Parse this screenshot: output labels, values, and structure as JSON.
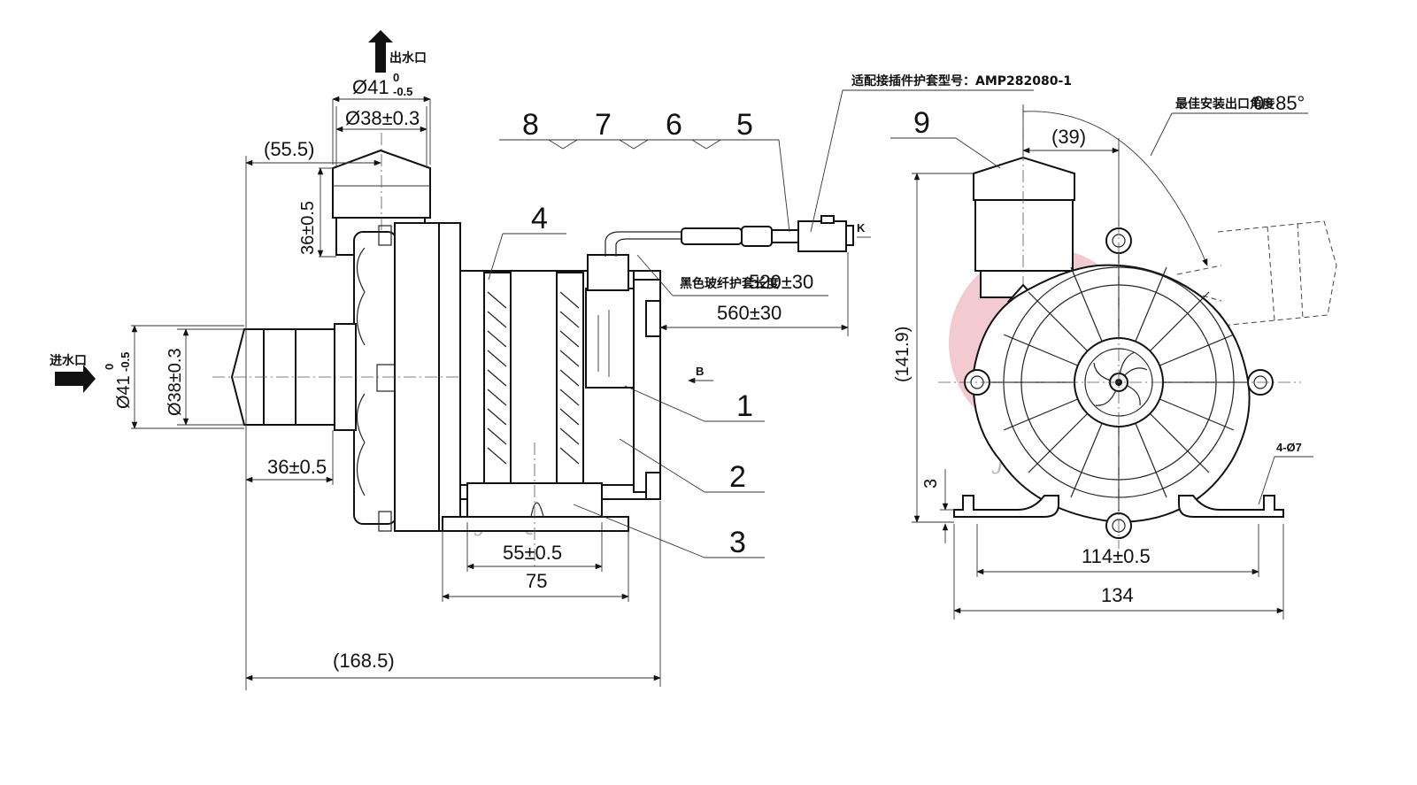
{
  "colors": {
    "line": "#111111",
    "watermark": "#e8a0a8",
    "background": "#ffffff"
  },
  "labels": {
    "outlet": "出水口",
    "inlet": "进水口",
    "connector_model": "适配接插件护套型号：AMP282080-1",
    "sheath_length": "黑色玻纤护套长度",
    "best_angle": "最佳安装出口角度",
    "watermark_text": "JunQi"
  },
  "dims": {
    "d41": "Ø41",
    "tol_top": "0",
    "tol_bottom": "-0.5",
    "d38": "Ø38±0.3",
    "d55_5": "(55.5)",
    "d36_v": "36±0.5",
    "d36_h": "36±0.5",
    "d520": "520±30",
    "d560": "560±30",
    "d55": "55±0.5",
    "d75": "75",
    "d168": "(168.5)",
    "d39": "(39)",
    "d141": "(141.9)",
    "d3": "3",
    "d114": "114±0.5",
    "d134": "134",
    "holes": "4-Ø7",
    "angle": "0~85°",
    "view_b": "B",
    "view_k": "K"
  },
  "balloons": [
    "8",
    "7",
    "6",
    "5",
    "4",
    "1",
    "2",
    "3",
    "9"
  ]
}
